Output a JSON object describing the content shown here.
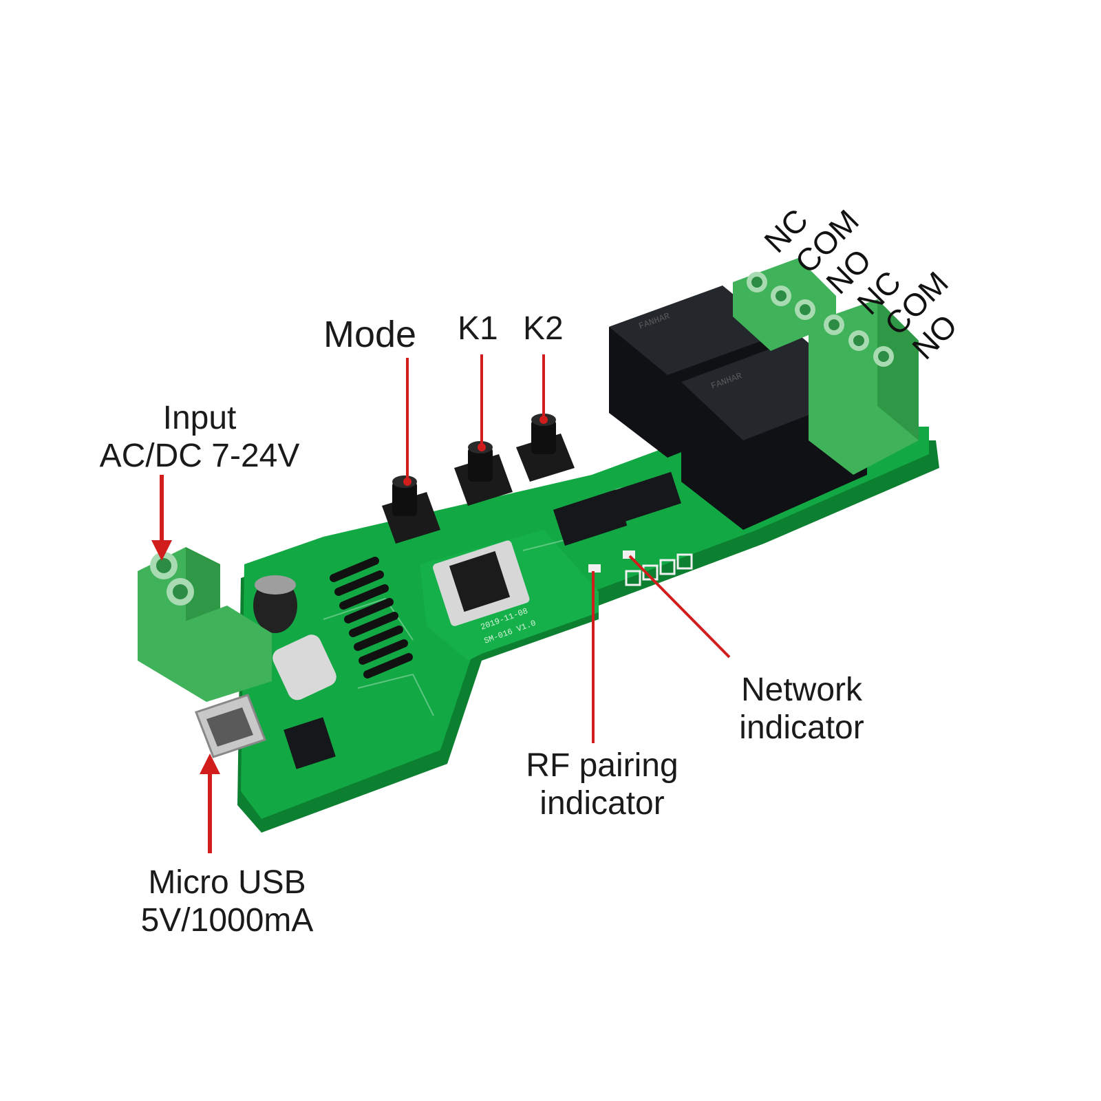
{
  "colors": {
    "pcb": "#12a843",
    "pcb_dark": "#0d7f31",
    "terminal": "#3fb25a",
    "relay": "#121418",
    "arrow": "#d21d1d",
    "text": "#1a1a1a"
  },
  "icons": [
    "arrow-down-icon",
    "arrow-up-icon"
  ],
  "labels": {
    "mode": "Mode",
    "k1": "K1",
    "k2": "K2",
    "input_line1": "Input",
    "input_line2": "AC/DC 7-24V",
    "usb_line1": "Micro USB",
    "usb_line2": "5V/1000mA",
    "rf_line1": "RF pairing",
    "rf_line2": "indicator",
    "net_line1": "Network",
    "net_line2": "indicator"
  },
  "terminals": {
    "relay1": [
      "NC",
      "COM",
      "NO"
    ],
    "relay2": [
      "NC",
      "COM",
      "NO"
    ]
  },
  "board_markings": {
    "relay_brand": "FANHAR",
    "module_line1": "2019-11-08",
    "module_line2": "SM-016 V1.0"
  }
}
